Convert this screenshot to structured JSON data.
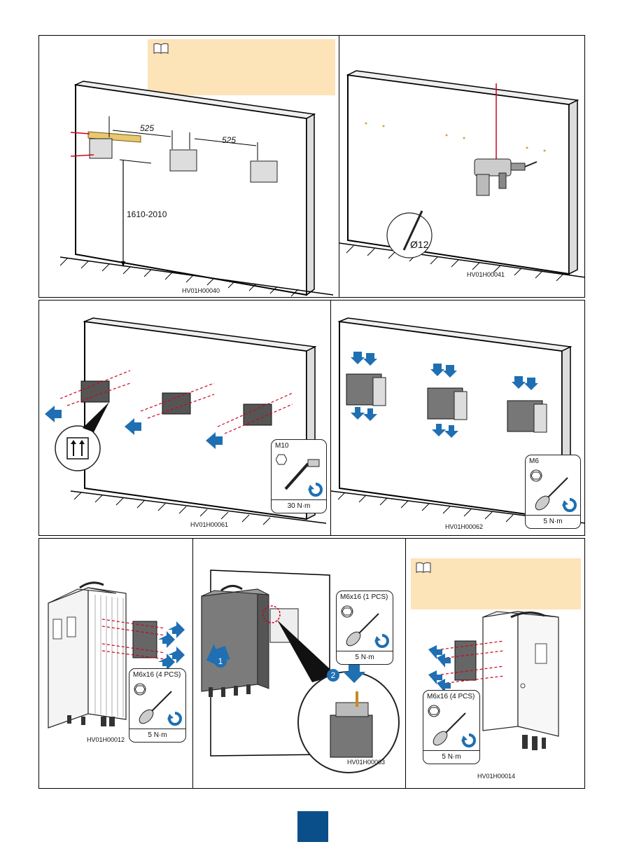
{
  "colors": {
    "note_bg": "#fde3b8",
    "accent_red": "#d0021b",
    "arrow_blue": "#1f6fb2",
    "page_badge": "#0a4f8a"
  },
  "panels": {
    "p1": {
      "fig_code": "HV01H00040",
      "dim_a": "525",
      "dim_b": "525",
      "height_range": "1610-2010",
      "has_note": true
    },
    "p2": {
      "fig_code": "HV01H00041",
      "drill_bit": "Ø12"
    },
    "p3": {
      "fig_code": "HV01H00061",
      "tool": {
        "size": "M10",
        "torque": "30 N·m"
      }
    },
    "p4": {
      "fig_code": "HV01H00062",
      "tool": {
        "size": "M6",
        "torque": "5 N·m"
      }
    },
    "p5": {
      "fig_code": "HV01H00012",
      "tool": {
        "size": "M6x16 (4 PCS)",
        "torque": "5 N·m"
      }
    },
    "p6": {
      "fig_code": "HV01H00063",
      "tool": {
        "size": "M6x16 (1 PCS)",
        "torque": "5 N·m"
      },
      "step1": "1",
      "step2": "2"
    },
    "p7": {
      "fig_code": "HV01H00014",
      "tool": {
        "size": "M6x16 (4 PCS)",
        "torque": "5 N·m"
      },
      "has_note": true
    }
  },
  "icons": [
    "book-note-icon",
    "hex-bolt-icon",
    "clockwise-tighten-icon",
    "this-side-up-icon",
    "push-arrow-icon"
  ]
}
